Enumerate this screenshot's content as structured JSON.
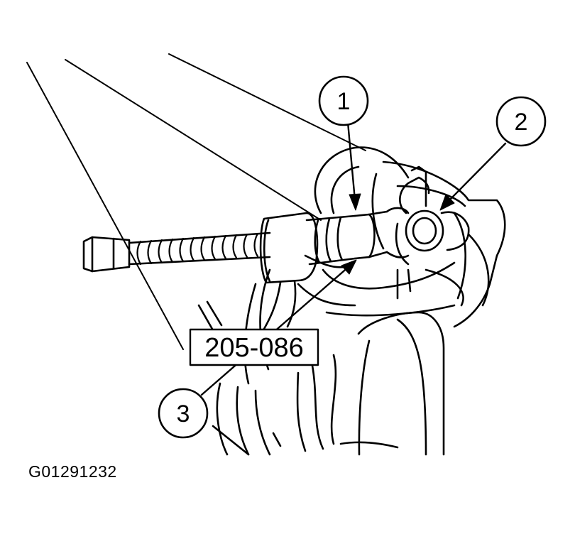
{
  "callouts": [
    {
      "label": "1"
    },
    {
      "label": "2"
    },
    {
      "label": "3"
    }
  ],
  "tool_number": "205-086",
  "figure_id": "G01291232",
  "colors": {
    "line": "#000000",
    "background": "#ffffff"
  }
}
